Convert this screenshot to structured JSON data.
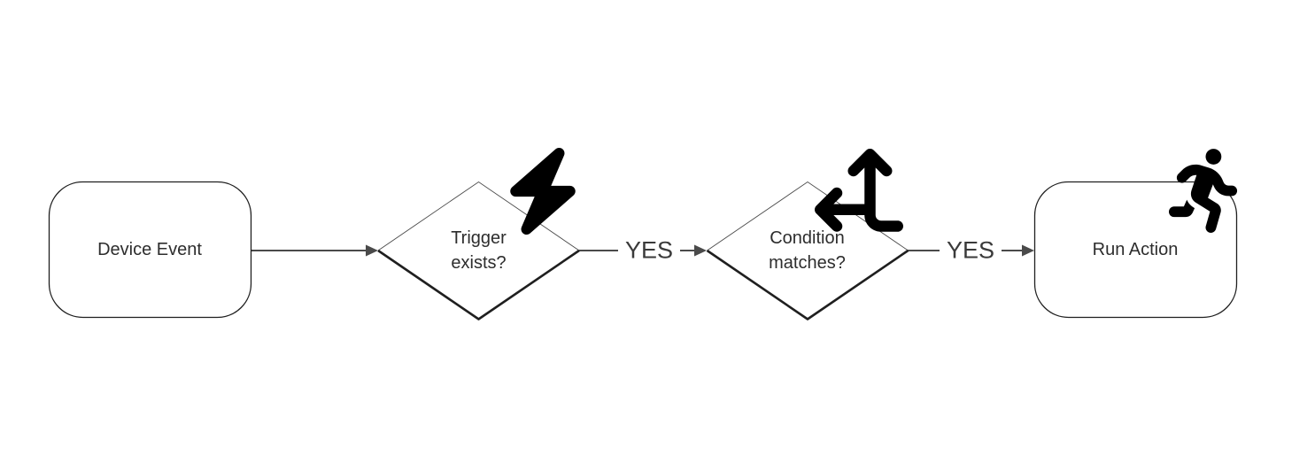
{
  "diagram": {
    "background": "#ffffff",
    "colors": {
      "node_border": "#1f1f1f",
      "connector": "#4a4a4a",
      "text": "#2d2d2d",
      "yes_label": "#3a3a3a",
      "icon": "#000000"
    },
    "nodes": [
      {
        "id": "device-event",
        "shape": "rounded-rectangle",
        "label": "Device Event",
        "icon": ""
      },
      {
        "id": "trigger-exists",
        "shape": "diamond",
        "label": "Trigger exists?",
        "line1": "Trigger",
        "line2": "exists?",
        "icon": "bolt-icon"
      },
      {
        "id": "condition-matches",
        "shape": "diamond",
        "label": "Condition matches?",
        "line1": "Condition",
        "line2": "matches?",
        "icon": "arrows-split-up-and-left-icon"
      },
      {
        "id": "run-action",
        "shape": "rounded-rectangle",
        "label": "Run Action",
        "icon": "person-running-icon"
      }
    ],
    "edges": [
      {
        "from": "device-event",
        "to": "trigger-exists",
        "label": ""
      },
      {
        "from": "trigger-exists",
        "to": "condition-matches",
        "label": "YES"
      },
      {
        "from": "condition-matches",
        "to": "run-action",
        "label": "YES"
      }
    ]
  }
}
